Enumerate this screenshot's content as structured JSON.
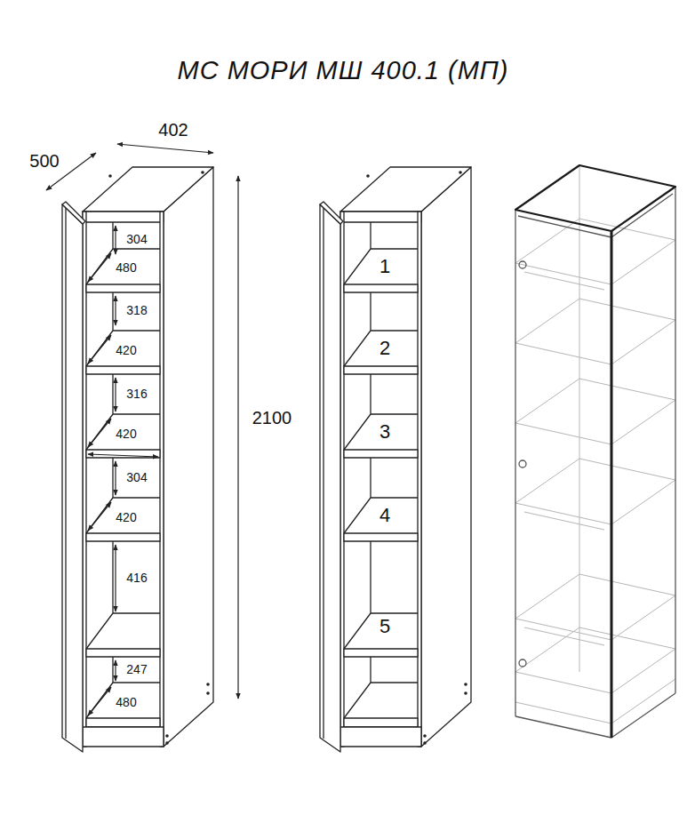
{
  "diagram": {
    "title": "МС МОРИ МШ 400.1 (МП)",
    "labels": [
      "402",
      "500",
      "304",
      "480",
      "318",
      "420",
      "316",
      "420",
      "304",
      "420",
      "416",
      "247",
      "480",
      "2100",
      "1",
      "2",
      "3",
      "4",
      "5"
    ]
  }
}
